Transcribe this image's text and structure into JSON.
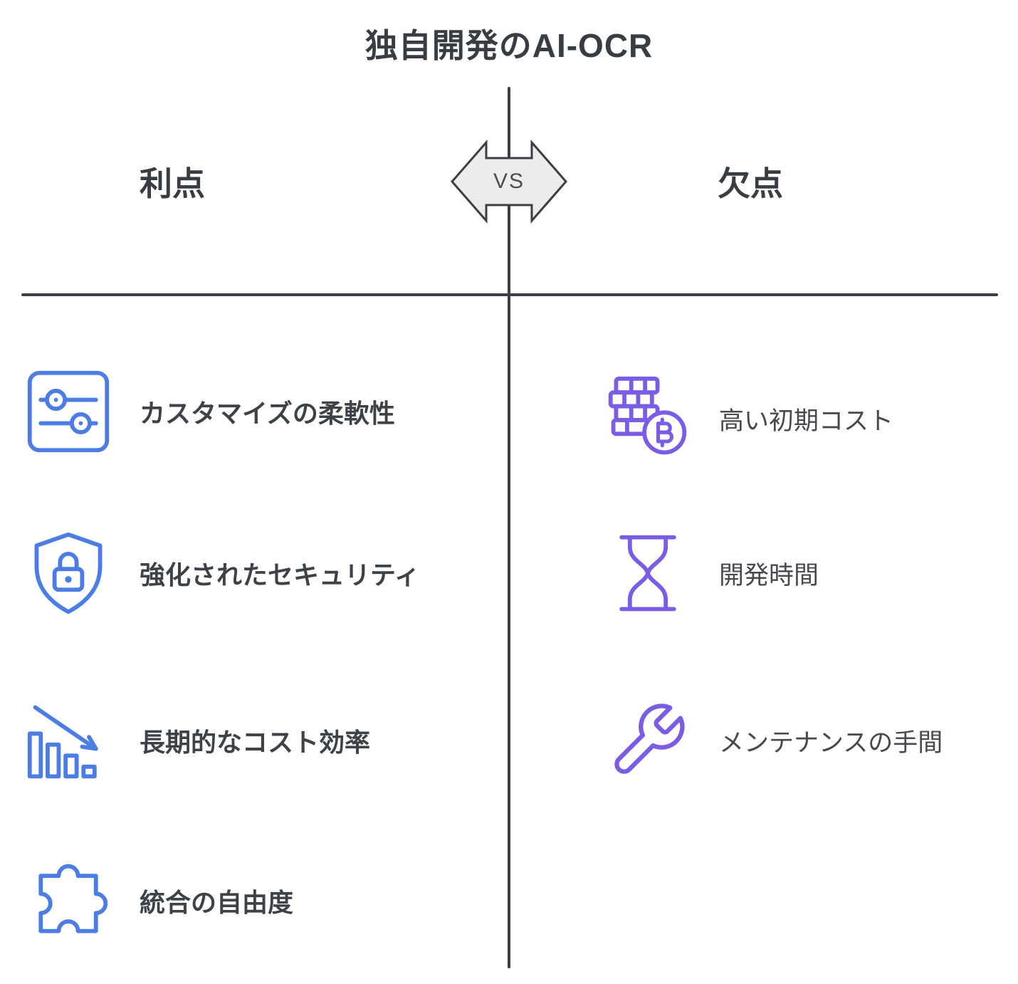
{
  "title": "独自開発のAI-OCR",
  "vs_label": "VS",
  "colors": {
    "advantage-accent": "#4C7DE4",
    "disadvantage-accent": "#7B5CE5",
    "line": "#3B3E45",
    "text": "#383C43"
  },
  "left": {
    "header": "利点",
    "items": [
      {
        "label": "カスタマイズの柔軟性",
        "icon": "sliders-icon"
      },
      {
        "label": "強化されたセキュリティ",
        "icon": "shield-lock-icon"
      },
      {
        "label": "長期的なコスト効率",
        "icon": "declining-bar-chart-icon"
      },
      {
        "label": "統合の自由度",
        "icon": "puzzle-piece-icon"
      }
    ]
  },
  "right": {
    "header": "欠点",
    "items": [
      {
        "label": "高い初期コスト",
        "icon": "bitcoin-coins-icon"
      },
      {
        "label": "開発時間",
        "icon": "hourglass-icon"
      },
      {
        "label": "メンテナンスの手間",
        "icon": "wrench-icon"
      }
    ]
  }
}
